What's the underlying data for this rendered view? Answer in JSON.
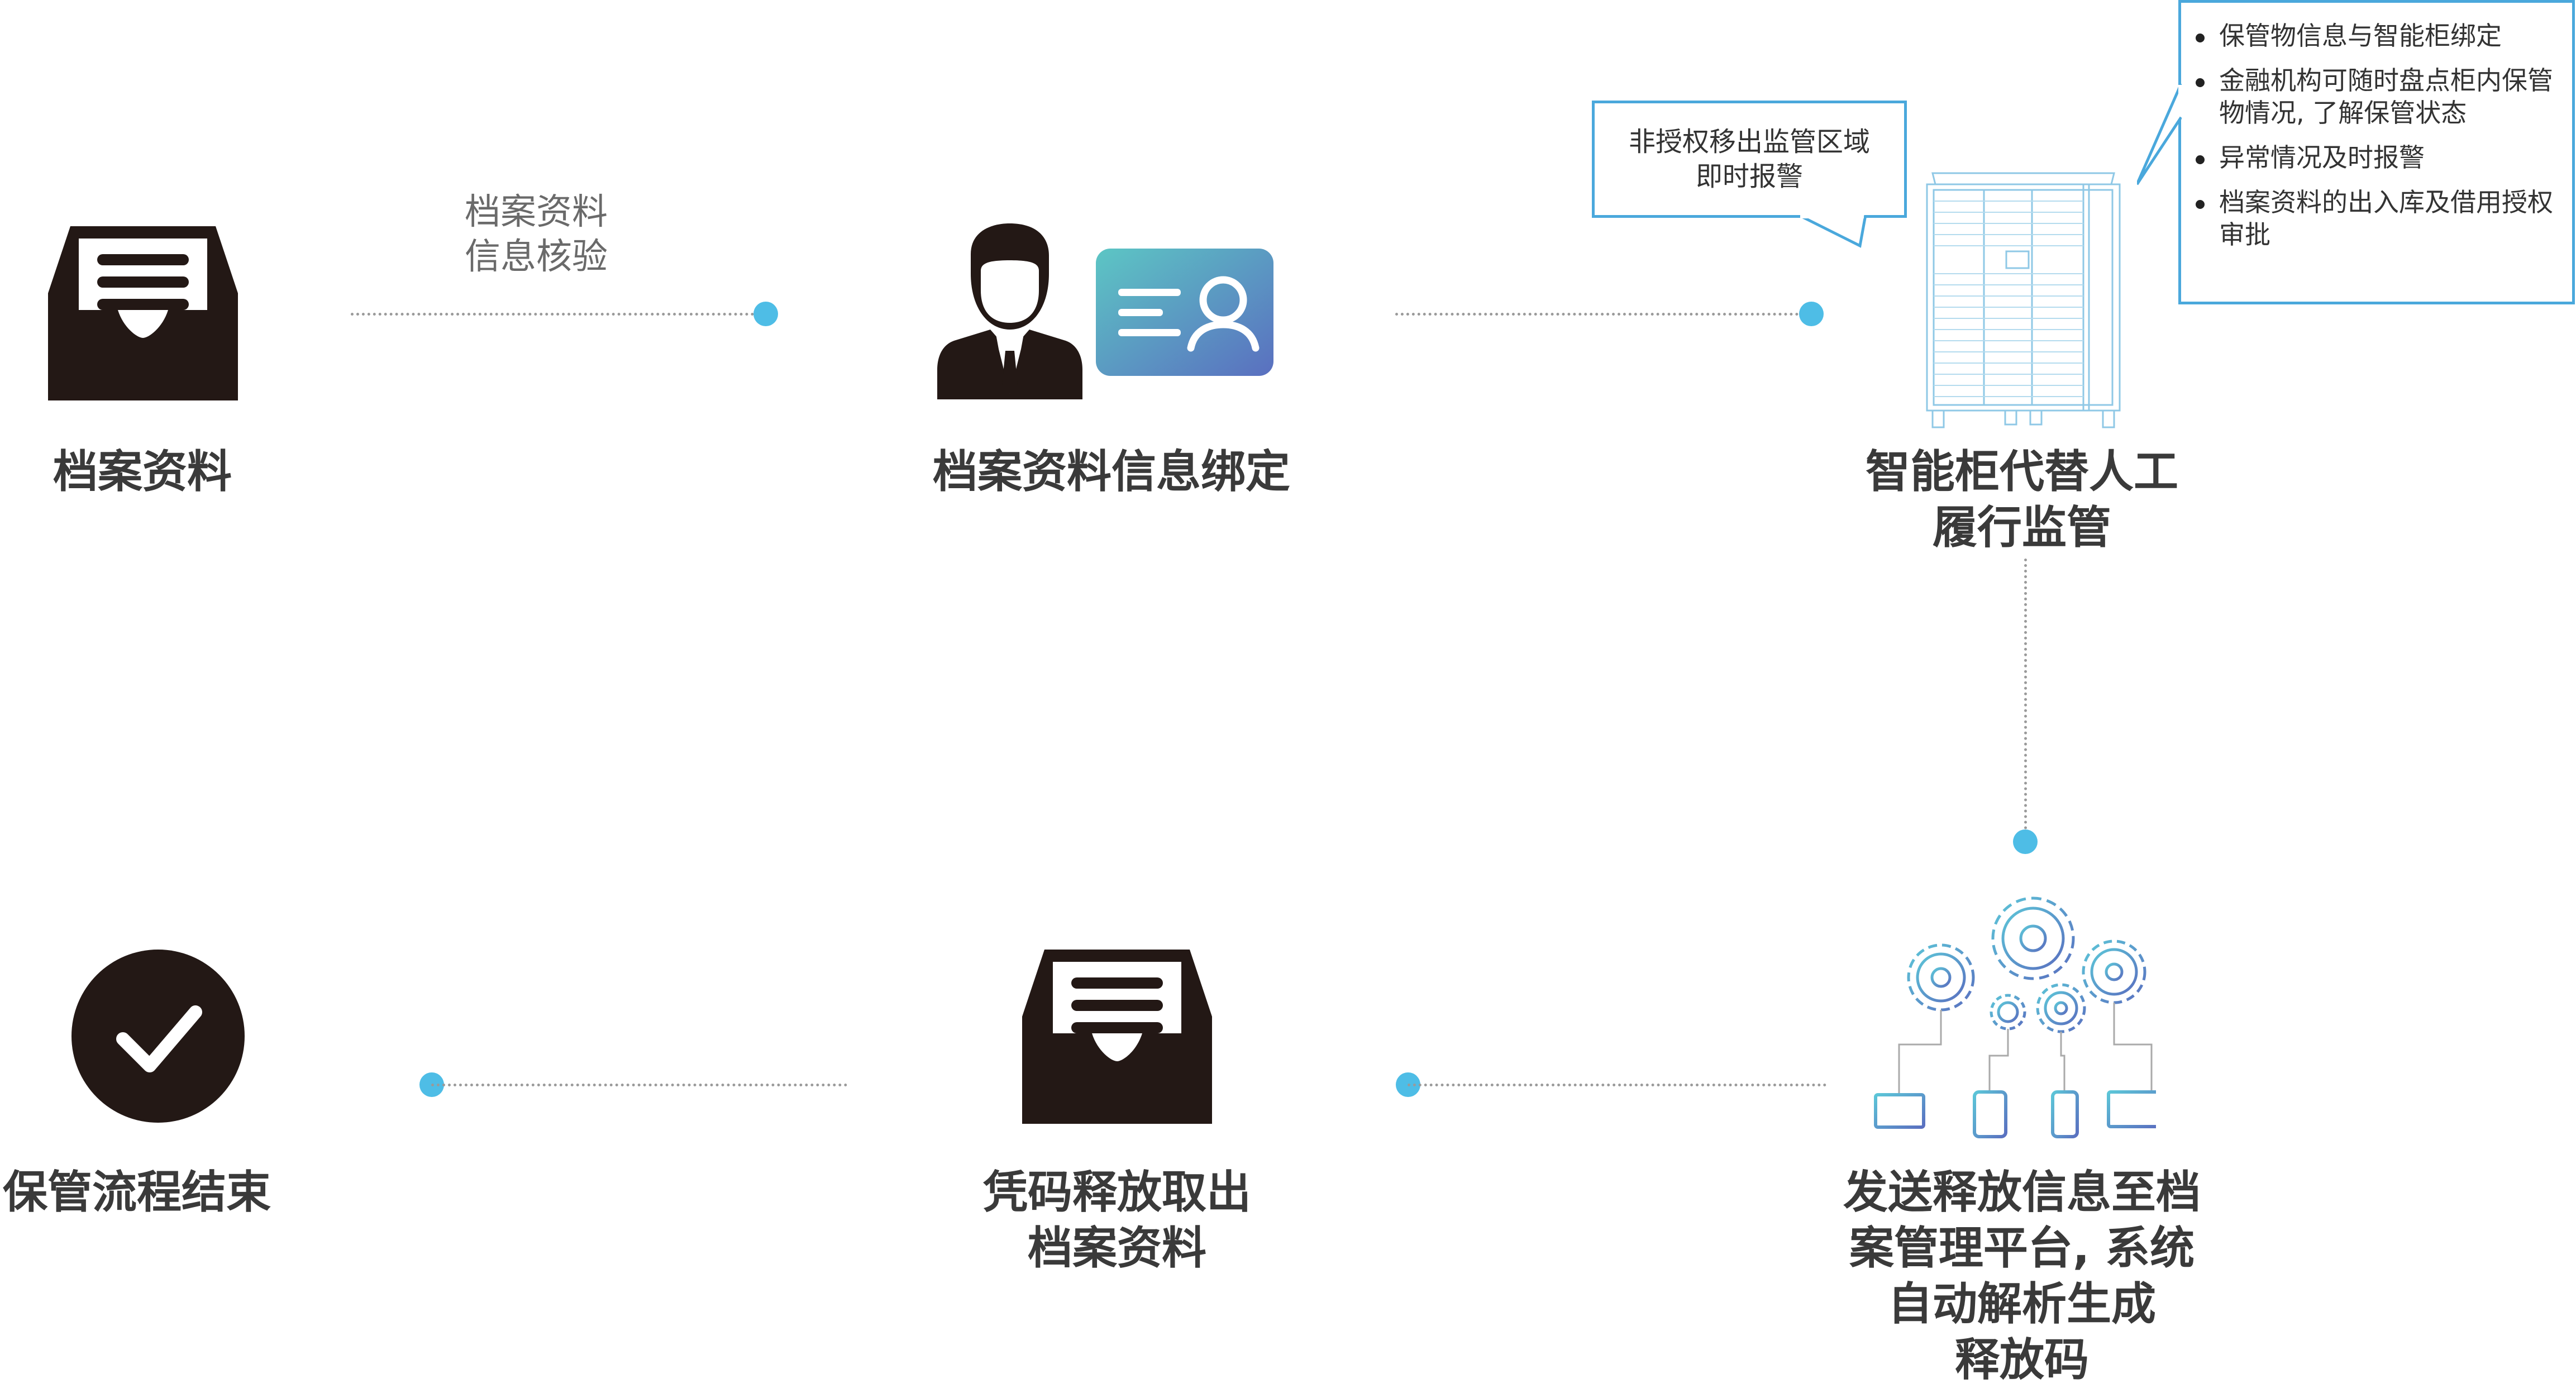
{
  "steps": {
    "archive": "档案资料",
    "bind": "档案资料信息绑定",
    "cabinet_line1": "智能柜代替人工",
    "cabinet_line2": "履行监管",
    "send_line1": "发送释放信息至档",
    "send_line2": "案管理平台, 系统",
    "send_line3": "自动解析生成",
    "send_line4": "释放码",
    "retrieve_line1": "凭码释放取出",
    "retrieve_line2": "档案资料",
    "end": "保管流程结束"
  },
  "connector": {
    "verify_line1": "档案资料",
    "verify_line2": "信息核验"
  },
  "alert_bubble": {
    "line1": "非授权移出监管区域",
    "line2": "即时报警"
  },
  "notes": [
    "保管物信息与智能柜绑定",
    "金融机构可随时盘点柜内保管物情况, 了解保管状态",
    "异常情况及时报警",
    "档案资料的出入库及借用授权审批"
  ],
  "colors": {
    "accent_dot": "#4ebde6",
    "callout_border": "#4aa8dc",
    "icon_dark": "#231815",
    "card_gradient_start": "#5cc6c4",
    "card_gradient_end": "#5a6fc0"
  },
  "icons": [
    "inbox-tray-icon",
    "person-icon",
    "id-card-icon",
    "smart-cabinet-icon",
    "gears-icon",
    "laptop-icon",
    "tablet-icon",
    "phone-icon",
    "monitor-icon",
    "checkmark-circle-icon"
  ]
}
